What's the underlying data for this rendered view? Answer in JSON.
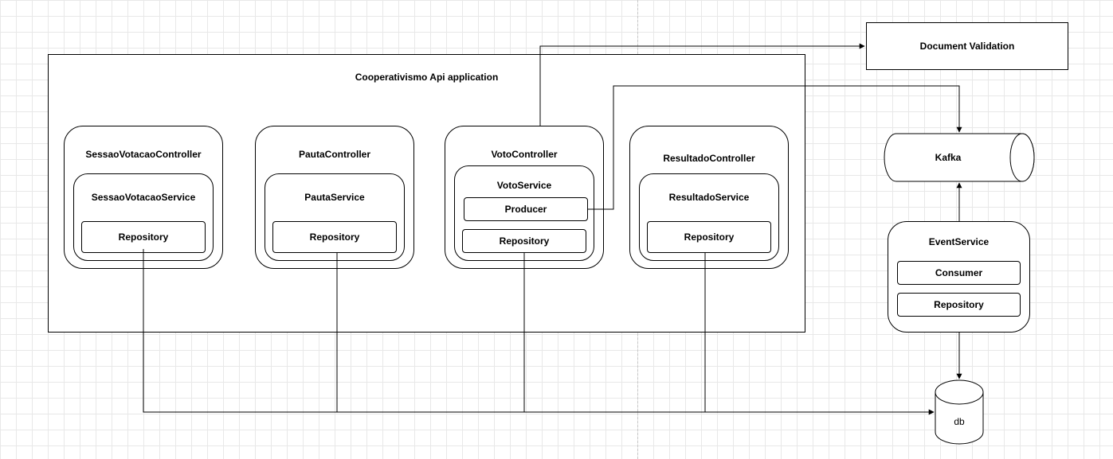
{
  "app": {
    "title": "Cooperativismo Api application"
  },
  "external": {
    "document_validation": "Document Validation",
    "kafka": "Kafka",
    "db": "db"
  },
  "controllers": [
    {
      "controller": "SessaoVotacaoController",
      "service": "SessaoVotacaoService",
      "repository": "Repository"
    },
    {
      "controller": "PautaController",
      "service": "PautaService",
      "repository": "Repository"
    },
    {
      "controller": "VotoController",
      "service": "VotoService",
      "producer": "Producer",
      "repository": "Repository"
    },
    {
      "controller": "ResultadoController",
      "service": "ResultadoService",
      "repository": "Repository"
    }
  ],
  "event_service": {
    "title": "EventService",
    "consumer": "Consumer",
    "repository": "Repository"
  }
}
